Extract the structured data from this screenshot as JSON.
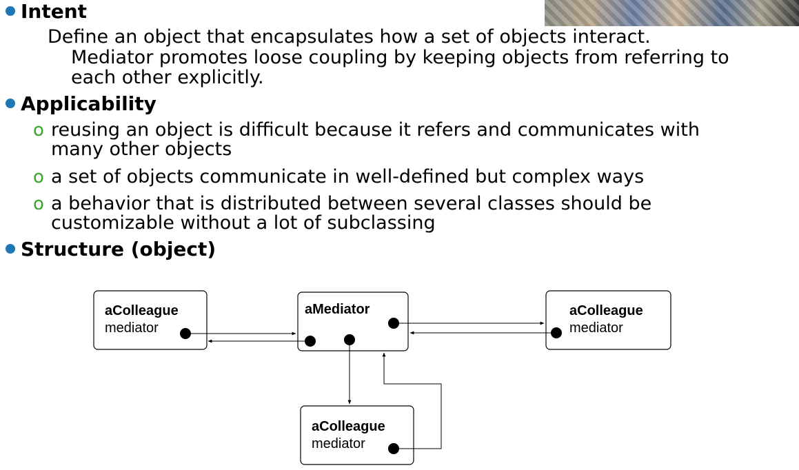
{
  "sections": {
    "intent": {
      "title": "Intent",
      "line1": "Define an object that encapsulates how a set of objects interact.",
      "line2": "Mediator promotes loose coupling by keeping objects from referring to",
      "line3": "each other explicitly."
    },
    "applicability": {
      "title": "Applicability",
      "bullet_marker": "o",
      "items": [
        {
          "line1": "reusing an object is difficult because it refers and communicates with",
          "line2": "many other objects"
        },
        {
          "line1": "a set of objects communicate in well-defined but complex ways"
        },
        {
          "line1": "a behavior that is distributed between several classes should be",
          "line2": "customizable without a lot of subclassing"
        }
      ]
    },
    "structure": {
      "title": "Structure (object)"
    }
  },
  "diagram": {
    "colleague_left": {
      "title": "aColleague",
      "field": "mediator"
    },
    "mediator": {
      "title": "aMediator"
    },
    "colleague_right": {
      "title": "aColleague",
      "field": "mediator"
    },
    "colleague_bottom": {
      "title": "aColleague",
      "field": "mediator"
    }
  }
}
